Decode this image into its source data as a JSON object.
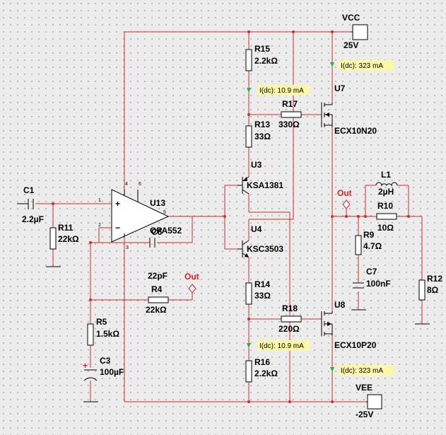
{
  "supplies": {
    "vcc_name": "VCC",
    "vcc_value": "25V",
    "vee_name": "VEE",
    "vee_value": "-25V"
  },
  "opamp": {
    "ref": "U13",
    "model": "OPA552",
    "pin1": "1",
    "pin2": "2",
    "pin3": "3",
    "pin4": "4",
    "pin5": "5",
    "pin6": "6",
    "plus": "+",
    "minus": "−"
  },
  "components": {
    "C1": {
      "ref": "C1",
      "value": "2.2µF"
    },
    "R11": {
      "ref": "R11",
      "value": "22kΩ"
    },
    "C6": {
      "ref": "C6",
      "value": "22pF"
    },
    "R4": {
      "ref": "R4",
      "value": "22kΩ"
    },
    "R5": {
      "ref": "R5",
      "value": "1.5kΩ"
    },
    "C3": {
      "ref": "C3",
      "value": "100µF",
      "polarity": "+"
    },
    "R15": {
      "ref": "R15",
      "value": "2.2kΩ"
    },
    "R13": {
      "ref": "R13",
      "value": "33Ω"
    },
    "R17": {
      "ref": "R17",
      "value": "330Ω"
    },
    "U3": {
      "ref": "U3",
      "model": "KSA1381"
    },
    "U4": {
      "ref": "U4",
      "model": "KSC3503"
    },
    "R14": {
      "ref": "R14",
      "value": "33Ω"
    },
    "R18": {
      "ref": "R18",
      "value": "220Ω"
    },
    "R16": {
      "ref": "R16",
      "value": "2.2kΩ"
    },
    "U7": {
      "ref": "U7",
      "model": "ECX10N20"
    },
    "U8": {
      "ref": "U8",
      "model": "ECX10P20"
    },
    "L1": {
      "ref": "L1",
      "value": "2µH"
    },
    "R10": {
      "ref": "R10",
      "value": "10Ω"
    },
    "R9": {
      "ref": "R9",
      "value": "4.7Ω"
    },
    "C7": {
      "ref": "C7",
      "value": "100nF"
    },
    "R12": {
      "ref": "R12",
      "value": "8Ω"
    }
  },
  "probes": {
    "p_r15": "I(dc): 10.9 mA",
    "p_r16": "I(dc): 10.9 mA",
    "p_u7": "I(dc): 323 mA",
    "p_u8": "I(dc): 323 mA"
  },
  "ports": {
    "out_left": "Out",
    "out_right": "Out"
  },
  "colors": {
    "wire": "#d42a2a",
    "probe_arrow": "#2bb52b",
    "probe_box": "#fbf7a8",
    "port": "#e02020"
  }
}
